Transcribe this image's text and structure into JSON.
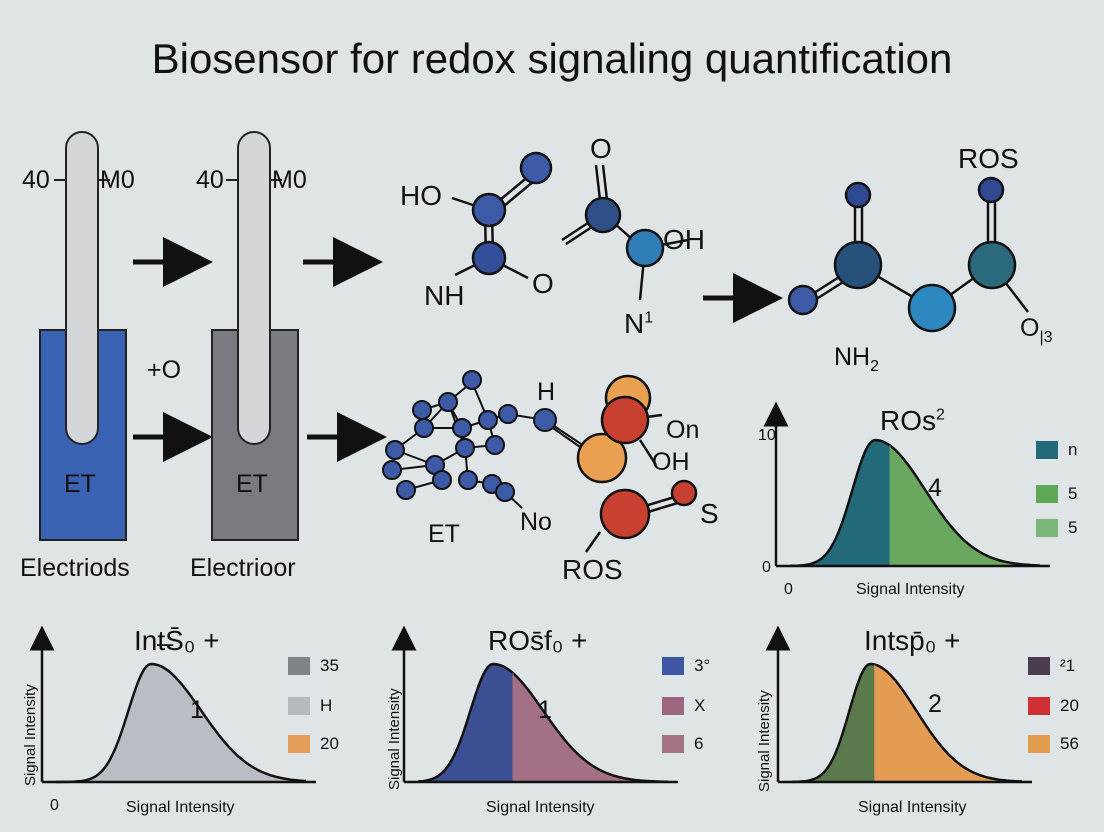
{
  "title": "Biosensor for redox signaling quantification",
  "electrodes": [
    {
      "tick_left": "40",
      "tick_right": "M0",
      "body_label": "ET",
      "caption": "Electriods",
      "color": "#3a63b4"
    },
    {
      "tick_left": "40",
      "tick_right": "M0",
      "body_label": "ET",
      "caption": "Electrioor",
      "color": "#787c80"
    }
  ],
  "plus_o": "+O",
  "molecule_labels": {
    "m1_ho": "HO",
    "m1_nh": "NH",
    "m1_o": "O",
    "m2_o": "O",
    "m2_oh": "OH",
    "m2_n": "N",
    "m2_n_sup": "1",
    "m3_ros": "ROS",
    "m3_nh": "NH",
    "m3_nh_sub": "2",
    "m3_o": "O",
    "m3_o_sub": "|3",
    "net_et": "ET",
    "net_no": "No",
    "net_h": "H",
    "net_on": "On",
    "net_oh": "OH",
    "ros_pair_s": "S",
    "ros_pair_ros": "ROS"
  },
  "chart_data": [
    {
      "type": "area",
      "title": "ROs",
      "title_sup": "2",
      "xlabel": "Signal Intensity",
      "ylabel": "",
      "y_top_tick": "10",
      "origin_tick": "0",
      "peak_label": "4",
      "colors": [
        "#226a7a",
        "#69a85e"
      ],
      "legend": [
        {
          "label": "n",
          "color": "#226a7a"
        },
        {
          "label": "5",
          "color": "#5fa857"
        },
        {
          "label": "5",
          "color": "#7ab67a"
        }
      ]
    },
    {
      "type": "area",
      "title": "Int̶S̄₀ +",
      "xlabel": "Signal Intensity",
      "ylabel": "Signal Intensity",
      "origin_tick": "0",
      "peak_label": "1",
      "colors": [
        "#b8bec4"
      ],
      "legend": [
        {
          "label": "35",
          "color": "#7f8488"
        },
        {
          "label": "H",
          "color": "#b5babe"
        },
        {
          "label": "20",
          "color": "#e59d5a"
        }
      ]
    },
    {
      "type": "area",
      "title": "ROs̄f₀ +",
      "xlabel": "Signal Intensity",
      "ylabel": "Signal Intensity",
      "peak_label": "1",
      "colors": [
        "#3d4f93",
        "#a47088"
      ],
      "legend": [
        {
          "label": "3°",
          "color": "#3f56a4"
        },
        {
          "label": "X",
          "color": "#9c6680"
        },
        {
          "label": "6",
          "color": "#a47388"
        }
      ]
    },
    {
      "type": "area",
      "title": "Intsp̄₀ +",
      "xlabel": "Signal Intensity",
      "ylabel": "Signal Intensity",
      "peak_label": "2",
      "colors": [
        "#5a7a4e",
        "#e49b52"
      ],
      "legend": [
        {
          "label": "²1",
          "color": "#4b3c50"
        },
        {
          "label": "20",
          "color": "#cf3033"
        },
        {
          "label": "56",
          "color": "#e49b52"
        }
      ]
    }
  ]
}
